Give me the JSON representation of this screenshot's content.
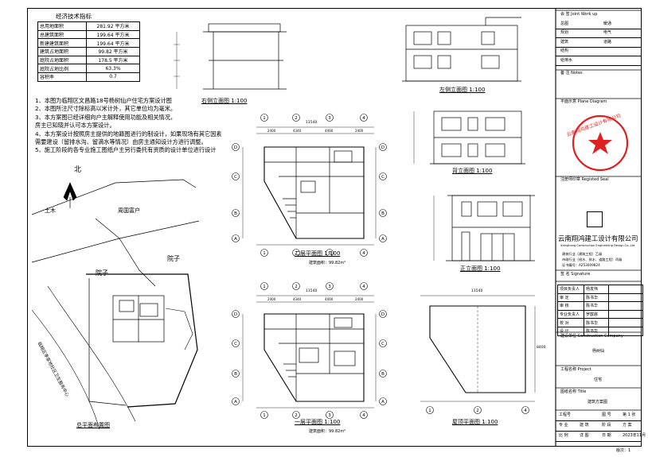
{
  "econ_table": {
    "title": "经济技术指标",
    "rows": [
      {
        "label": "总用地面积",
        "value": "281.92 平方米"
      },
      {
        "label": "总建筑面积",
        "value": "199.64 平方米"
      },
      {
        "label": "新建建筑面积",
        "value": "199.64 平方米"
      },
      {
        "label": "建筑占地面积",
        "value": "99.82 平方米"
      },
      {
        "label": "庭院占地面积",
        "value": "178.5 平方米"
      },
      {
        "label": "庭院占地比例",
        "value": "63.3%"
      },
      {
        "label": "容积率",
        "value": "0.7"
      }
    ]
  },
  "notes": [
    "1、本图为临翔区文昌路18号杨树仙户住宅方案设计图",
    "2、本图所注尺寸除标高以米计外，其它单位均为毫米。",
    "3、本方案图已经详细向户主解释使用功能及相关情况，",
    "   房主已知晓并认可本方案设计。",
    "4、本方案设计按照房主提供的地籍图进行的制设计，如果现场有其它因素",
    "   需要建设（留排水沟、留滴水等情况）由房主通知设计方进行调整。",
    "5、施工阶段的各专业施工图纸户主另行委托有资质的设计单位进行设计"
  ],
  "site_plan": {
    "north": "北",
    "labels": [
      "土木",
      "周国富户",
      "院子",
      "院子"
    ],
    "road_label": "临翔区李家地社区卫生服务中心",
    "title": "总平面布置图"
  },
  "drawings": {
    "right_elev": "右侧立面图 1:100",
    "left_elev": "左侧立面图 1:100",
    "back_elev": "背立面图 1:100",
    "front_elev": "正立面图 1:100",
    "floor2": "二层平面图 1:100",
    "floor1": "一层平面图 1:100",
    "roof": "屋顶平面图 1:100",
    "floor2_area": "建筑面积：99.82m²",
    "floor1_area": "建筑面积：99.82m²",
    "grid_cols": [
      "1",
      "2",
      "3",
      "4"
    ],
    "grid_rows": [
      "D",
      "C",
      "B",
      "A"
    ],
    "dim_total": "11540",
    "dim_parts": [
      "2400",
      "4340",
      "4400",
      "2400"
    ],
    "roof_dim": "11540",
    "side_dim": "8400"
  },
  "title_block": {
    "jointwork_header": "会 签 Joint Work up",
    "jointwork_rows": [
      [
        "总图",
        "暖通"
      ],
      [
        "规划",
        "电气"
      ],
      [
        "建筑",
        "道路"
      ],
      [
        "结构",
        ""
      ],
      [
        "给排水",
        ""
      ]
    ],
    "remarks_header": "备 注 Notes",
    "plan_header": "平面示意 Plane Diagram",
    "reg_header": "注册师印章 Registed Seal",
    "company_cn": "云南翔鸿建工设计有限公司",
    "company_en": "Xianghong Construction Engineering Design Co.,Ltd",
    "cert_line1": "建筑行业（建筑工程）乙级",
    "cert_line2": "市政行业（给水、排水、道路工程）丙级",
    "cert_line3": "证书编号：A253009824",
    "signature_header": "签 名 Signature",
    "signatures": [
      {
        "role": "项目负责人",
        "name": "杨发伟"
      },
      {
        "role": "审 定",
        "name": "陈书华"
      },
      {
        "role": "审 核",
        "name": "陈书华"
      },
      {
        "role": "专业负责人",
        "name": "罗歆晨"
      },
      {
        "role": "校 对",
        "name": "陈书华"
      },
      {
        "role": "设 计",
        "name": "陈书华"
      }
    ],
    "construction_header": "建设单位 Construction Company",
    "client": "杨树仙",
    "project_header": "工程名称 Project",
    "project": "住宅",
    "drawing_title_header": "图纸名称 Title",
    "drawing_title": "建筑方案图",
    "bottom_rows": [
      [
        "工程号",
        "",
        "图 号",
        "第 1 张"
      ],
      [
        "专 业",
        "建 筑",
        "阶 段",
        "方 案"
      ],
      [
        "比 例",
        "详 图",
        "日 期",
        "2023年11月"
      ]
    ],
    "version": "版次：1",
    "stamp_text": "云南翔鸿建工设计有限公司"
  }
}
